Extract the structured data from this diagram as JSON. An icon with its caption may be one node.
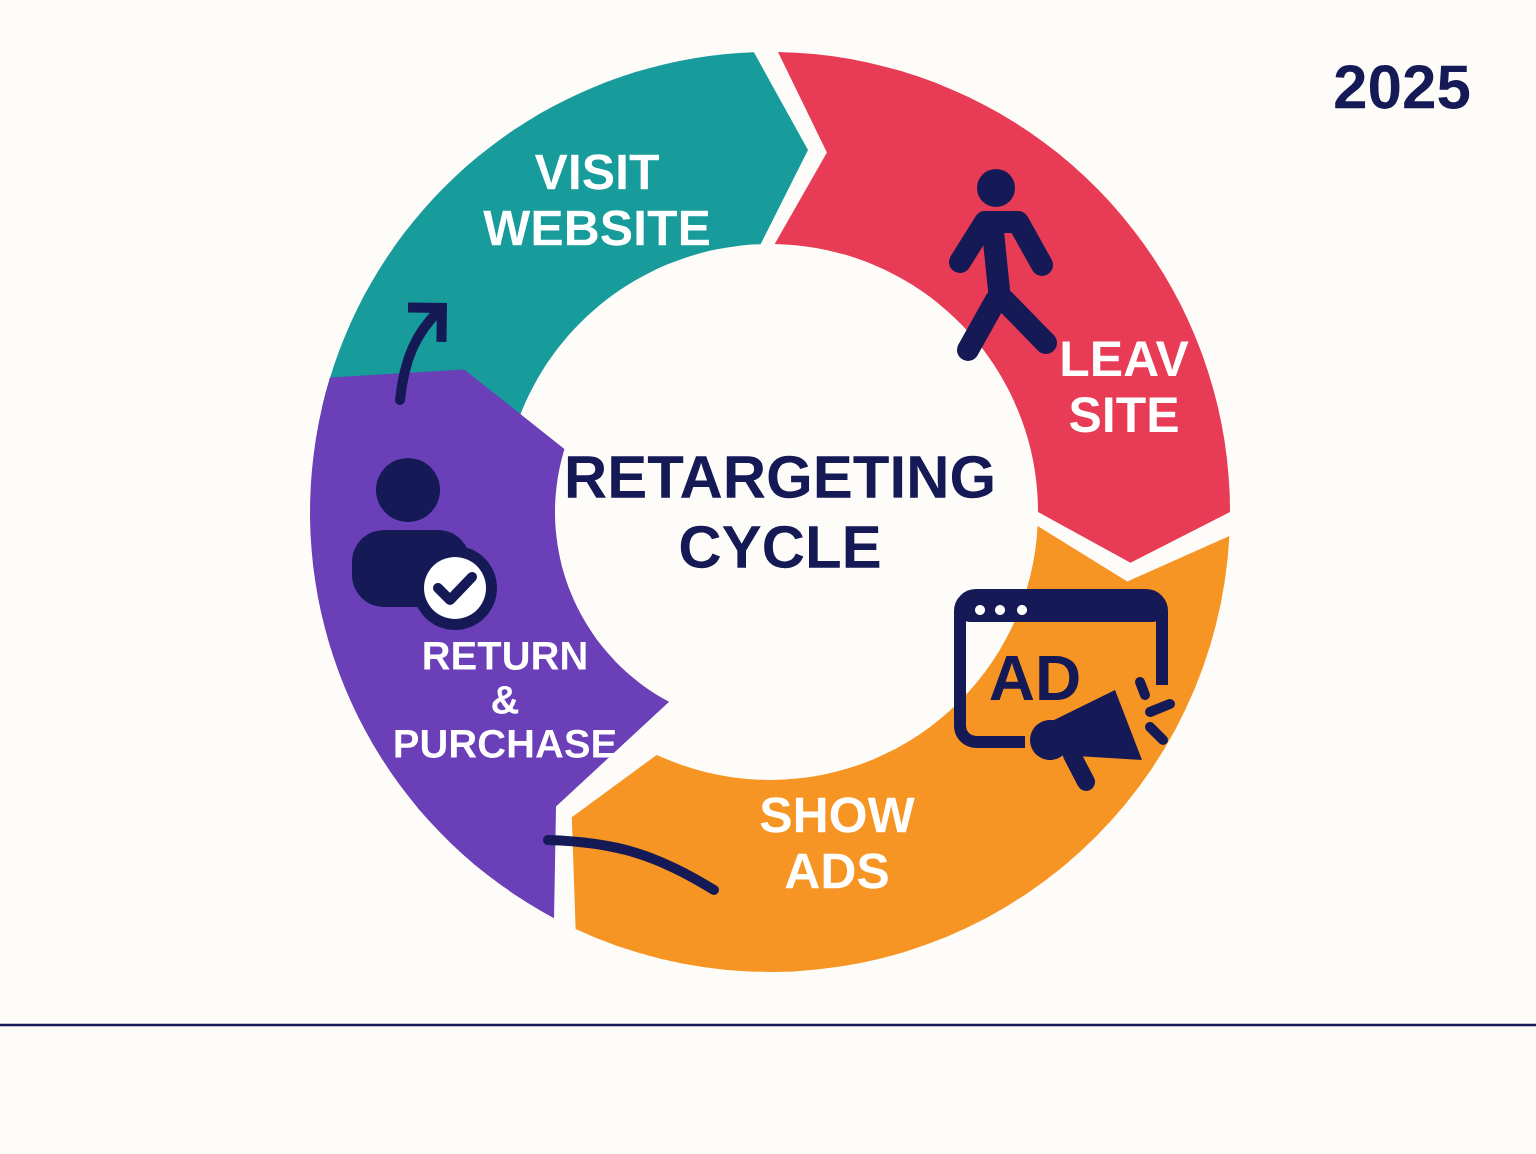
{
  "diagram": {
    "title": "RETARGETING CYCLE",
    "nodes": [
      {
        "text": [
          "VISIT WEBSITE"
        ]
      },
      {
        "text": [
          "LEAV SITE"
        ]
      },
      {
        "text": [
          "SHOW ADS"
        ]
      },
      {
        "text": [
          "RETURN & PURCHASE"
        ]
      }
    ],
    "edges": [
      {
        "from": 3,
        "to": 0,
        "arrow": "to"
      },
      {
        "from": 2,
        "to": 3,
        "arrow": "none"
      }
    ],
    "labels": [
      "2025",
      "AD"
    ]
  }
}
